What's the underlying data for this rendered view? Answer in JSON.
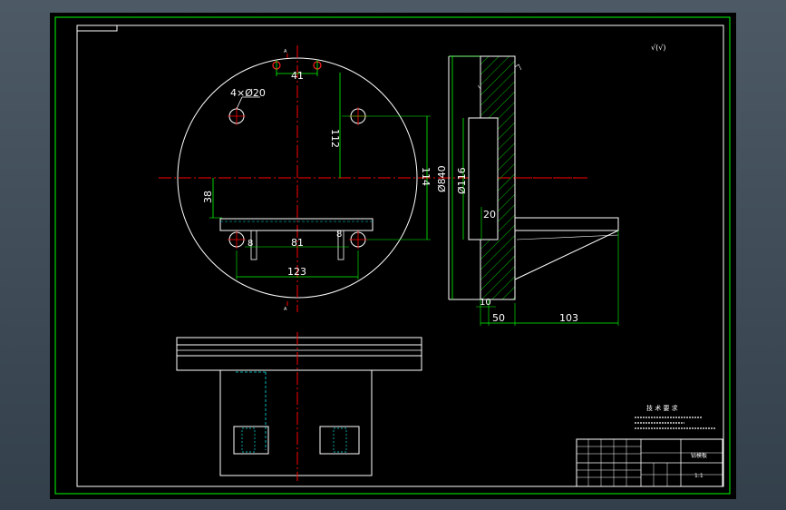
{
  "drawing": {
    "colors": {
      "background": "#000000",
      "outline": "#ffffff",
      "dimension": "#00ff00",
      "centerline": "#ff0000",
      "hidden": "#00e0e0",
      "hatch": "#00c000",
      "hole": "#ff2020"
    },
    "dimensions": {
      "d41": "41",
      "d4xd20": "4×Ø20",
      "d112": "112",
      "d38": "38",
      "d8a": "8",
      "d81": "81",
      "d8b": "8",
      "d123": "123",
      "d114": "114",
      "d840": "Ø840",
      "d116": "Ø116",
      "d20": "20",
      "d10": "10",
      "d50": "50",
      "d103": "103"
    },
    "section_marks": {
      "top": "A",
      "bottom": "A"
    },
    "roughness_note": "√(√)",
    "tech_requirements": {
      "title": "技 术 要 求"
    },
    "title_block": {
      "part_name": "钻模板",
      "scale": "1:1"
    }
  }
}
